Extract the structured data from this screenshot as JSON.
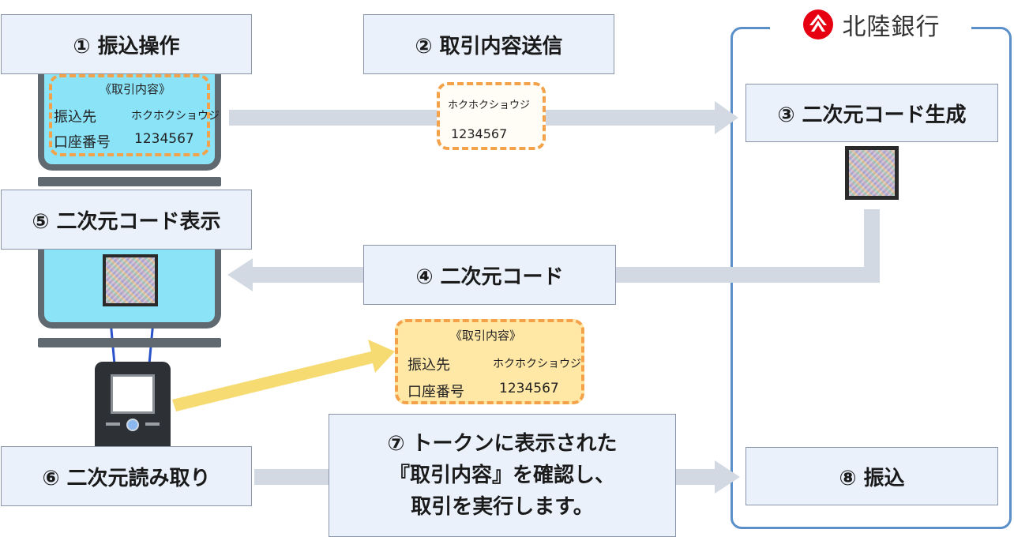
{
  "bank": {
    "name": "北陸銀行",
    "brand_color": "#e60012",
    "frame_color": "#5b8fc9"
  },
  "steps": {
    "s1": "① 振込操作",
    "s2": "② 取引内容送信",
    "s3": "③ 二次元コード生成",
    "s4": "④ 二次元コード",
    "s5": "⑤ 二次元コード表示",
    "s6": "⑥ 二次元読み取り",
    "s7_lines": [
      "⑦ トークンに表示された",
      "『取引内容』を確認し、",
      "取引を実行します。"
    ],
    "s8": "⑧ 振込"
  },
  "pc_slip": {
    "title": "《取引内容》",
    "payee_label": "振込先",
    "payee_value": "ホクホクショウジ",
    "account_label": "口座番号",
    "account_value": "1234567"
  },
  "sent_slip": {
    "payee_value": "ホクホクショウジ",
    "account_value": "1234567"
  },
  "token_slip": {
    "title": "《取引内容》",
    "payee_label": "振込先",
    "payee_value": "ホクホクショウジ",
    "account_label": "口座番号",
    "account_value": "1234567"
  },
  "colors": {
    "step_fill": "#eaf1fb",
    "arrow_gray": "#d3d9e3",
    "arrow_yellow": "#f5db72",
    "screen_cyan": "#8be3f8",
    "slip_border": "#f3a24a"
  }
}
